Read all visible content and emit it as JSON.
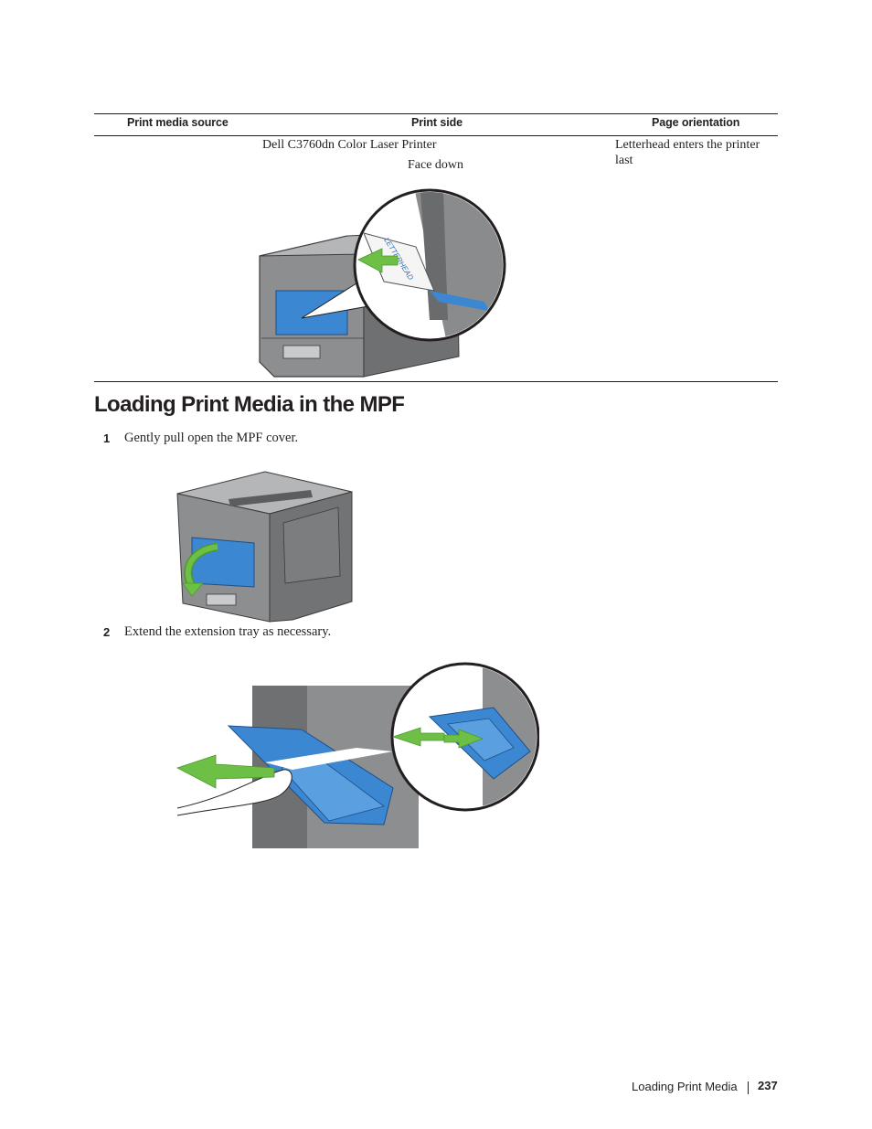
{
  "table": {
    "headers": [
      "Print media source",
      "Print side",
      "Page orientation"
    ],
    "row": {
      "source": "",
      "print_side_device": "Dell C3760dn Color Laser Printer",
      "print_side_value": "Face down",
      "orientation": "Letterhead enters the printer last"
    },
    "illustration_letterhead_text": "LETTERHEAD"
  },
  "section": {
    "title": "Loading Print Media in the MPF",
    "steps": [
      {
        "number": "1",
        "text": "Gently pull open the MPF cover."
      },
      {
        "number": "2",
        "text": "Extend the extension tray as necessary."
      }
    ]
  },
  "footer": {
    "chapter": "Loading Print Media",
    "page_number": "237"
  },
  "colors": {
    "text": "#231f20",
    "printer_gray": "#8a8b8d",
    "printer_dark": "#5e5f61",
    "mpf_blue": "#3c87d2",
    "arrow_green": "#6dbf45"
  }
}
